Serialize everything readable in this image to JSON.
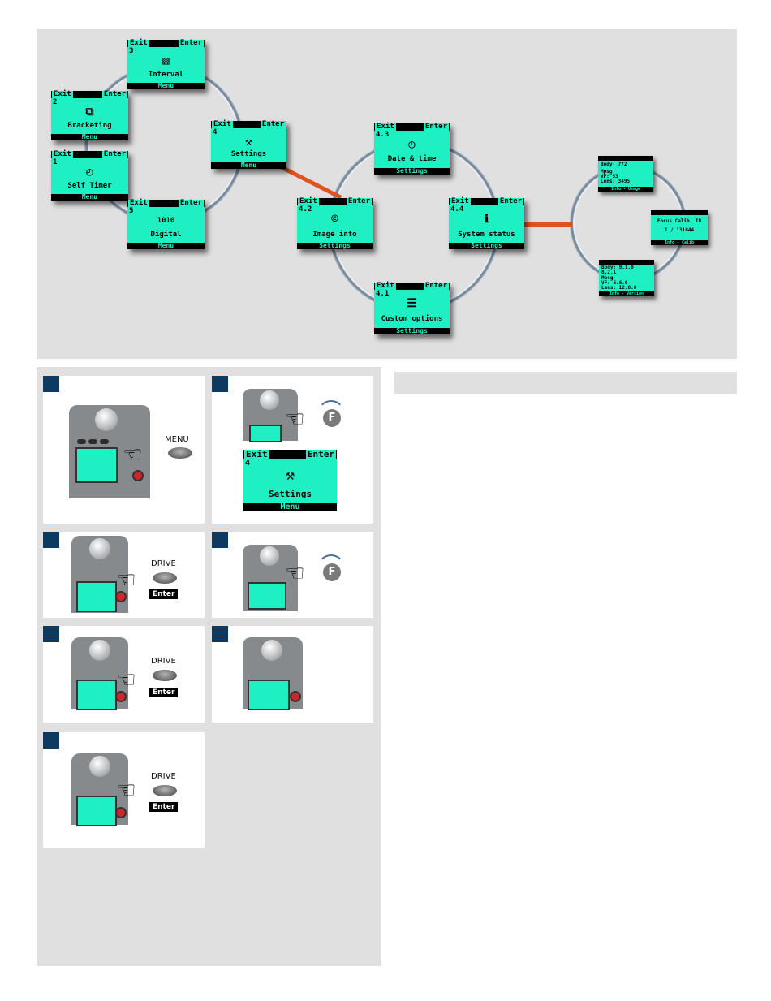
{
  "screens": {
    "interval": {
      "exit": "Exit",
      "enter": "Enter",
      "number": "3",
      "icon": "▧",
      "label": "Interval",
      "footer": "Menu"
    },
    "bracketing": {
      "exit": "Exit",
      "enter": "Enter",
      "number": "2",
      "icon": "⧉",
      "label": "Bracketing",
      "footer": "Menu"
    },
    "selftimer": {
      "exit": "Exit",
      "enter": "Enter",
      "number": "1",
      "icon": "◴",
      "label": "Self Timer",
      "footer": "Menu"
    },
    "digital": {
      "exit": "Exit",
      "enter": "Enter",
      "number": "5",
      "icon": "1010",
      "label": "Digital",
      "footer": "Menu"
    },
    "settings": {
      "exit": "Exit",
      "enter": "Enter",
      "number": "4",
      "icon": "⚒",
      "label": "Settings",
      "footer": "Menu"
    },
    "imageinfo": {
      "exit": "Exit",
      "enter": "Enter",
      "number": "4.2",
      "icon": "©",
      "label": "Image info",
      "footer": "Settings"
    },
    "datetime": {
      "exit": "Exit",
      "enter": "Enter",
      "number": "4.3",
      "icon": "◷",
      "label": "Date & time",
      "footer": "Settings"
    },
    "custom": {
      "exit": "Exit",
      "enter": "Enter",
      "number": "4.1",
      "icon": "☰",
      "label": "Custom options",
      "footer": "Settings"
    },
    "sysstatus": {
      "exit": "Exit",
      "enter": "Enter",
      "number": "4.4",
      "icon": "ℹ",
      "label": "System status",
      "footer": "Settings"
    }
  },
  "info_screens": {
    "usage": {
      "l1": "Body: 772",
      "l2": "Mpsg",
      "l3": "VF:    53",
      "l4": "Lens:  3495",
      "footer": "Info - Usage"
    },
    "calib": {
      "l1": "Focus Calib. ID",
      "l2": "1 / 131044",
      "footer": "Info - Calib"
    },
    "version": {
      "l1": "Body: 9.1.0",
      "l2": "     8.2.1",
      "l3": "Mpsg",
      "l4": "VF:   6.6.0",
      "l5": "Lens: 12.0.0",
      "footer": "Info - Version"
    }
  },
  "steps": {
    "s1": {
      "button": "MENU"
    },
    "s2": {
      "f": "F",
      "exit": "Exit",
      "enter": "Enter",
      "number": "4",
      "icon": "⚒",
      "label": "Settings",
      "footer": "Menu"
    },
    "s3": {
      "button": "DRIVE",
      "tag": "Enter"
    },
    "s4": {
      "f": "F"
    },
    "s5": {
      "button": "DRIVE",
      "tag": "Enter"
    },
    "s7": {
      "button": "DRIVE",
      "tag": "Enter"
    }
  },
  "colors": {
    "lcd": "#1ef0c4",
    "connector": "#e2511f",
    "marker": "#0f3a5f",
    "panel": "#e0e0e0"
  }
}
